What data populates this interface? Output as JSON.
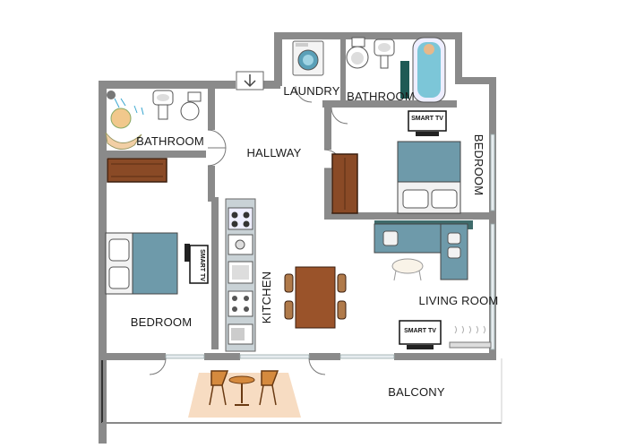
{
  "rooms": {
    "laundry": "LAUNDRY",
    "bathroom_top": "BATHROOM",
    "bathroom_left": "BATHROOM",
    "hallway": "HALLWAY",
    "bedroom_right": "BEDROOM",
    "bedroom_left": "BEDROOM",
    "kitchen": "KITCHEN",
    "living_room": "LIVING ROOM",
    "balcony": "BALCONY"
  },
  "tv_labels": {
    "bedroom_right": "SMART TV",
    "bedroom_left": "SMART TV",
    "living_room": "SMART TV"
  },
  "colors": {
    "wall": "#8a8a8a",
    "bed": "#6e9aaa",
    "sofa": "#6e9aaa",
    "wood": "#8a4a26",
    "kitchen_counter": "#c9d2d6",
    "rug": "#f7dcc2",
    "tub_water": "#7cc6d8"
  },
  "icons": [
    "entrance-arrow-icon",
    "washing-machine-icon",
    "toilet-icon",
    "sink-icon",
    "bathtub-icon",
    "shower-icon",
    "wardrobe-icon",
    "bed-icon",
    "tv-icon",
    "sofa-icon",
    "coffee-table-icon",
    "dining-table-icon",
    "chair-icon",
    "radiator-icon",
    "stove-icon",
    "oven-icon",
    "fridge-icon"
  ]
}
